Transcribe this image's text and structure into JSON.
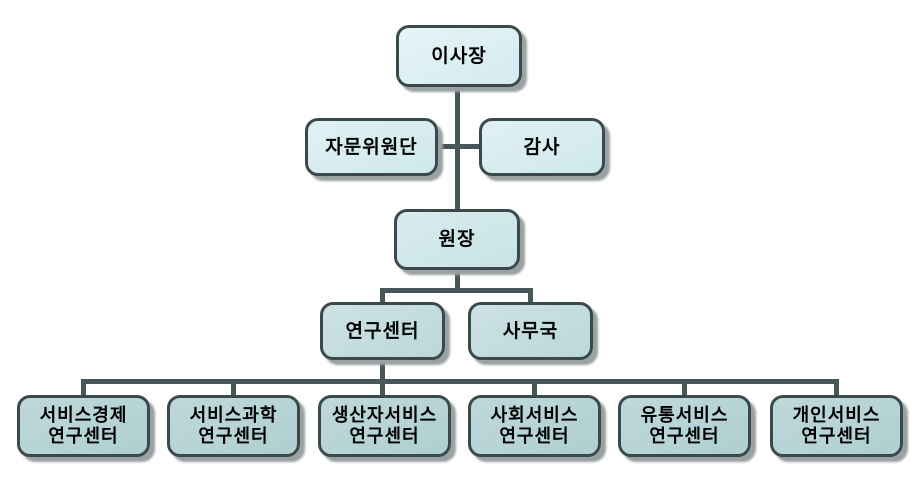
{
  "org_chart": {
    "nodes": {
      "chairman": {
        "label": "이사장"
      },
      "advisory_committee": {
        "label": "자문위원단"
      },
      "auditor": {
        "label": "감사"
      },
      "director": {
        "label": "원장"
      },
      "research_center": {
        "label": "연구센터"
      },
      "secretariat": {
        "label": "사무국"
      },
      "sub_centers": [
        {
          "label": "서비스경제\n연구센터"
        },
        {
          "label": "서비스과학\n연구센터"
        },
        {
          "label": "생산자서비스\n연구센터"
        },
        {
          "label": "사회서비스\n연구센터"
        },
        {
          "label": "유통서비스\n연구센터"
        },
        {
          "label": "개인서비스\n연구센터"
        }
      ]
    },
    "colors": {
      "node_fill_top": "#d8edf2",
      "node_fill_mid": "#cde6e8",
      "node_fill_level4": "#c2dddf",
      "node_fill_bottom": "#b4d2d4",
      "node_border": "#3a4a4c",
      "connector": "#475759",
      "shadow": "#9aa1a2",
      "text": "#000000",
      "background": "#ffffff"
    }
  }
}
